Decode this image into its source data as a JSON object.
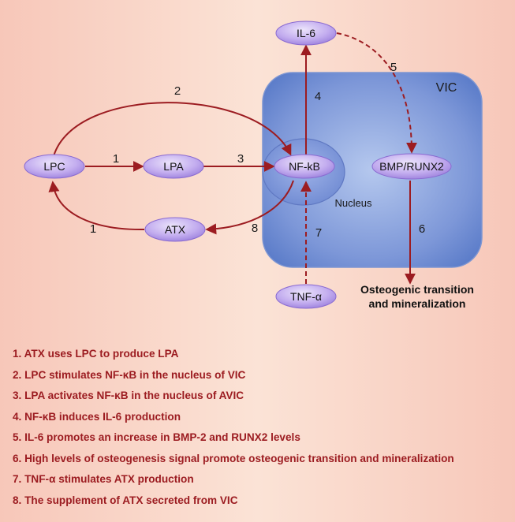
{
  "diagram": {
    "region_label": "VIC",
    "nucleus_label": "Nucleus",
    "nodes": {
      "il6": "IL-6",
      "lpc": "LPC",
      "lpa": "LPA",
      "nfkb": "NF-kB",
      "bmp": "BMP/RUNX2",
      "atx": "ATX",
      "tnf": "TNF-α"
    },
    "step_labels": {
      "s1_top": "1",
      "s1_bottom": "1",
      "s2": "2",
      "s3": "3",
      "s4": "4",
      "s5": "5",
      "s6": "6",
      "s7": "7",
      "s8": "8"
    },
    "outcome_line1": "Osteogenic transition",
    "outcome_line2": "and mineralization"
  },
  "legend": [
    "1. ATX uses LPC to produce LPA",
    "2. LPC stimulates NF-κB in the nucleus of VIC",
    "3. LPA activates NF-κB in the nucleus of AVIC",
    "4. NF-κB induces IL-6 production",
    "5. IL-6 promotes an increase in BMP-2 and RUNX2 levels",
    "6. High levels of osteogenesis signal promote osteogenic transition and mineralization",
    "7. TNF-α stimulates ATX production",
    "8. The supplement of ATX secreted from VIC"
  ],
  "colors": {
    "arrow": "#9c1c21",
    "legend_text": "#9c1c21",
    "node_fill": "#b6a0e3",
    "node_stroke": "#8a6bd1",
    "vic_fill": "#5b7cc9"
  }
}
